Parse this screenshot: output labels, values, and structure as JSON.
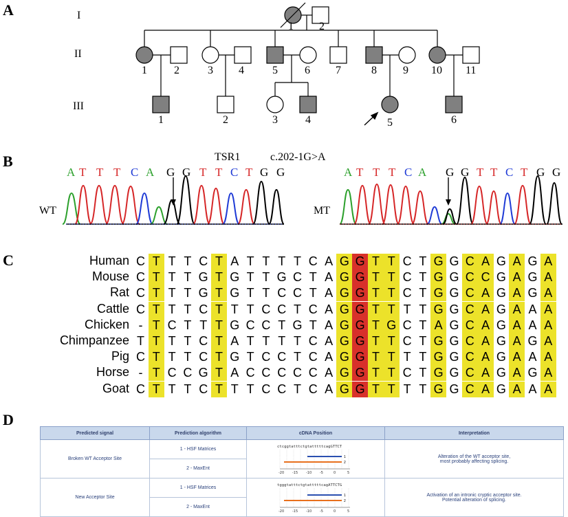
{
  "panels": {
    "a": "A",
    "b": "B",
    "c": "C",
    "d": "D"
  },
  "pedigree": {
    "generations": [
      "I",
      "II",
      "III"
    ],
    "gen1": [
      "1",
      "2"
    ],
    "gen2": [
      "1",
      "2",
      "3",
      "4",
      "5",
      "6",
      "7",
      "8",
      "9",
      "10",
      "11"
    ],
    "gen3": [
      "1",
      "2",
      "3",
      "4",
      "5",
      "6"
    ]
  },
  "chromatogram": {
    "gene": "TSR1",
    "variant": "c.202-1G>A",
    "wt_label": "WT",
    "mt_label": "MT",
    "wt_bases": [
      "A",
      "T",
      "T",
      "T",
      "C",
      "A",
      "G",
      "G",
      "T",
      "T",
      "C",
      "T",
      "G",
      "G"
    ],
    "mt_bases": [
      "A",
      "T",
      "T",
      "T",
      "C",
      "A",
      "G",
      "G",
      "T",
      "T",
      "C",
      "T",
      "G",
      "G"
    ],
    "base_colors": {
      "A": "#2ca02c",
      "T": "#d62728",
      "C": "#1f3bd6",
      "G": "#000000"
    }
  },
  "alignment": {
    "species": [
      "Human",
      "Mouse",
      "Rat",
      "Cattle",
      "Chicken",
      "Chimpanzee",
      "Pig",
      "Horse",
      "Goat"
    ],
    "sequences": [
      "CTTTCTATTTTCAGGTTCTGGCAGAGA",
      "CTTTGTGTTGCTAGGTTCTGGCCGAGA",
      "CTTTGTGTTCCTAGGTTCTGGCAGAGA",
      "CTTTCTTTCCTCAGGTTTTGGCAGAAA",
      "-TCTTTGCCTGTAGGTGCTAGCAGAAA",
      "TTTTCTATTTTCAGGTTCTGGCAGAGA",
      "CTTTCTGTCCTCAGGTTTTGGCAGAAA",
      "-TCCGTACCCCCAGGTTCTGGCAGAGA",
      "CTTTCTTTCCTCAGGTTTTGGCAGAAA"
    ],
    "yellow_cols": [
      1,
      5,
      13,
      15,
      16,
      19,
      21,
      22,
      24,
      26
    ],
    "red_col": 14,
    "colors": {
      "yellow": "#ece22a",
      "red": "#d8312b"
    }
  },
  "prediction_table": {
    "headers": [
      "Predicted signal",
      "Prediction algorithm",
      "cDNA Position",
      "Interpretation"
    ],
    "rows": [
      {
        "signal": "Broken WT Acceptor Site",
        "alg1": "1 - HSF Matrices",
        "alg2": "2 - MaxEnt",
        "seq": "ctcggtatttctgtatttttcagGTTCT",
        "interp1": "Alteration of the WT acceptor site,",
        "interp2": "most probably affecting splicing."
      },
      {
        "signal": "New Acceptor Site",
        "alg1": "1 - HSF Matrices",
        "alg2": "2 - MaxEnt",
        "seq": "tgggtatttctgtatttttcagATTCTG",
        "interp1": "Activation of an intronic cryptic acceptor site.",
        "interp2": "Potential alteration of splicing."
      }
    ],
    "axis_ticks": [
      "-20",
      "-15",
      "-10",
      "-5",
      "0",
      "5"
    ]
  }
}
